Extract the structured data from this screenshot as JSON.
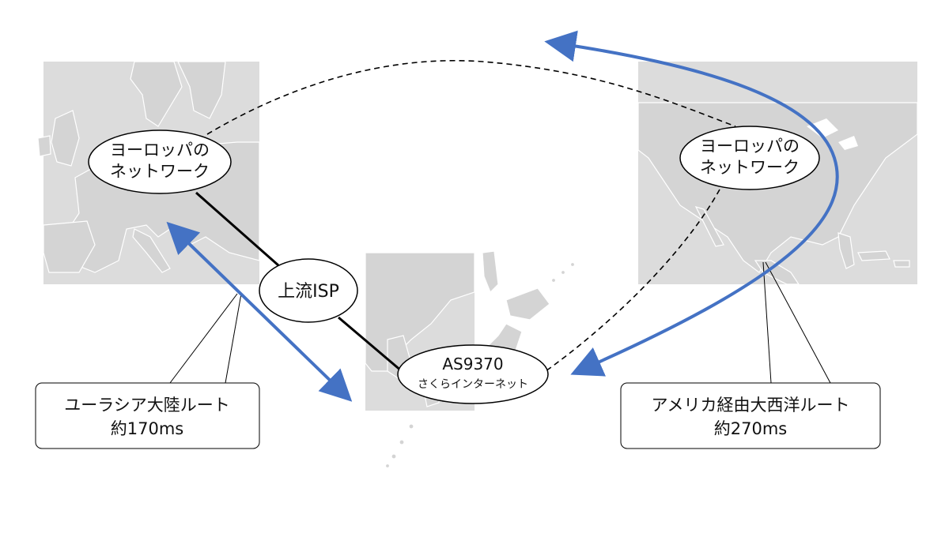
{
  "nodes": {
    "europe_network": {
      "line1": "ヨーロッパの",
      "line2": "ネットワーク"
    },
    "america_network": {
      "line1": "ヨーロッパの",
      "line2": "ネットワーク"
    },
    "upstream_isp": {
      "label": "上流ISP"
    },
    "as9370": {
      "line1": "AS9370",
      "line2": "さくらインターネット"
    }
  },
  "callouts": {
    "eurasia_route": {
      "title": "ユーラシア大陸ルート",
      "latency": "約170ms"
    },
    "atlantic_route": {
      "title": "アメリカ経由大西洋ルート",
      "latency": "約270ms"
    }
  },
  "colors": {
    "route_arrow": "#4472c4",
    "land": "#d4d4d4",
    "line": "#000000"
  }
}
